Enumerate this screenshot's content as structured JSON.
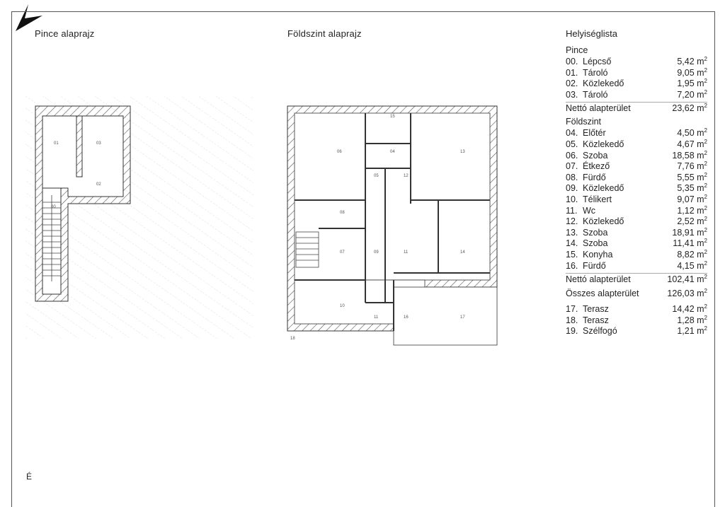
{
  "plans": {
    "pince_title": "Pince alaprajz",
    "foldszint_title": "Földszint alaprajz",
    "pince_rooms": [
      {
        "id": "01",
        "label": "01"
      },
      {
        "id": "03",
        "label": "03"
      },
      {
        "id": "02",
        "label": "02"
      },
      {
        "id": "00",
        "label": "00"
      }
    ],
    "fold_rooms": [
      "15",
      "04",
      "13",
      "05",
      "12",
      "06",
      "08",
      "07",
      "09",
      "11",
      "14",
      "10",
      "11",
      "16",
      "17",
      "18"
    ]
  },
  "north": {
    "label": "É"
  },
  "legend": {
    "title": "Helyiséglista",
    "unit": "m",
    "unit_exp": "2",
    "groups": [
      {
        "name": "Pince",
        "rows": [
          {
            "num": "00.",
            "name": "Lépcső",
            "area": "5,42"
          },
          {
            "num": "01.",
            "name": "Tároló",
            "area": "9,05"
          },
          {
            "num": "02.",
            "name": "Közlekedő",
            "area": "1,95"
          },
          {
            "num": "03.",
            "name": "Tároló",
            "area": "7,20"
          }
        ],
        "total_label": "Nettó alapterület",
        "total_area": "23,62"
      },
      {
        "name": "Földszint",
        "rows": [
          {
            "num": "04.",
            "name": "Előtér",
            "area": "4,50"
          },
          {
            "num": "05.",
            "name": "Közlekedő",
            "area": "4,67"
          },
          {
            "num": "06.",
            "name": "Szoba",
            "area": "18,58"
          },
          {
            "num": "07.",
            "name": "Étkező",
            "area": "7,76"
          },
          {
            "num": "08.",
            "name": "Fürdő",
            "area": "5,55"
          },
          {
            "num": "09.",
            "name": "Közlekedő",
            "area": "5,35"
          },
          {
            "num": "10.",
            "name": "Télikert",
            "area": "9,07"
          },
          {
            "num": "11.",
            "name": "Wc",
            "area": "1,12"
          },
          {
            "num": "12.",
            "name": "Közlekedő",
            "area": "2,52"
          },
          {
            "num": "13.",
            "name": "Szoba",
            "area": "18,91"
          },
          {
            "num": "14.",
            "name": "Szoba",
            "area": "11,41"
          },
          {
            "num": "15.",
            "name": "Konyha",
            "area": "8,82"
          },
          {
            "num": "16.",
            "name": "Fürdő",
            "area": "4,15"
          }
        ],
        "total_label": "Nettó alapterület",
        "total_area": "102,41"
      }
    ],
    "grand_total_label": "Összes alapterület",
    "grand_total_area": "126,03",
    "extras": [
      {
        "num": "17.",
        "name": "Terasz",
        "area": "14,42"
      },
      {
        "num": "18.",
        "name": "Terasz",
        "area": "1,28"
      },
      {
        "num": "19.",
        "name": "Szélfogó",
        "area": "1,21"
      }
    ]
  }
}
